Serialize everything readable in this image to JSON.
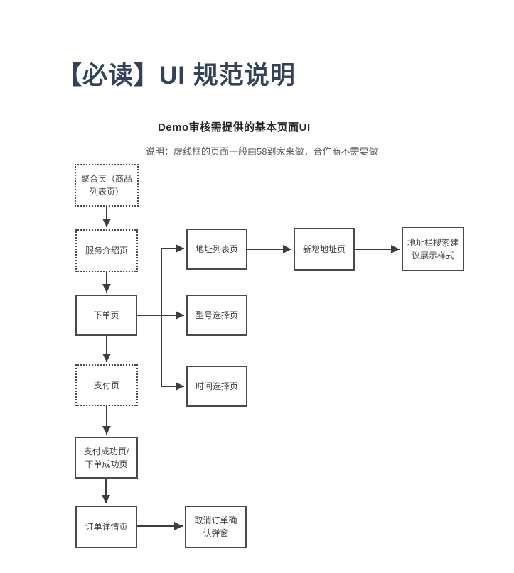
{
  "header": {
    "title": "【必读】UI 规范说明"
  },
  "diagram": {
    "subtitle": "Demo审核需提供的基本页面UI",
    "note": "说明：虚线框的页面一般由58到家来做，合作商不需要做",
    "nodes": [
      {
        "id": "aggregation-page",
        "label": "聚合页（商品列表页）",
        "frame": "dotted"
      },
      {
        "id": "service-intro-page",
        "label": "服务介绍页",
        "frame": "dotted"
      },
      {
        "id": "order-page",
        "label": "下单页",
        "frame": "solid"
      },
      {
        "id": "payment-page",
        "label": "支付页",
        "frame": "dotted"
      },
      {
        "id": "payment-success-page",
        "label": "支付成功页/下单成功页",
        "frame": "solid"
      },
      {
        "id": "order-detail-page",
        "label": "订单详情页",
        "frame": "solid"
      },
      {
        "id": "address-list-page",
        "label": "地址列表页",
        "frame": "solid"
      },
      {
        "id": "model-select-page",
        "label": "型号选择页",
        "frame": "solid"
      },
      {
        "id": "time-select-page",
        "label": "时间选择页",
        "frame": "solid"
      },
      {
        "id": "add-address-page",
        "label": "新增地址页",
        "frame": "solid"
      },
      {
        "id": "address-suggest-page",
        "label": "地址栏搜索建议展示样式",
        "frame": "solid"
      },
      {
        "id": "cancel-order-dialog",
        "label": "取消订单确认弹窗",
        "frame": "solid"
      }
    ],
    "edges": [
      {
        "from": "聚合页（商品列表页）",
        "to": "服务介绍页"
      },
      {
        "from": "服务介绍页",
        "to": "下单页"
      },
      {
        "from": "下单页",
        "to": "支付页"
      },
      {
        "from": "支付页",
        "to": "支付成功页/下单成功页"
      },
      {
        "from": "支付成功页/下单成功页",
        "to": "订单详情页"
      },
      {
        "from": "下单页",
        "to": "地址列表页"
      },
      {
        "from": "下单页",
        "to": "型号选择页"
      },
      {
        "from": "下单页",
        "to": "时间选择页"
      },
      {
        "from": "地址列表页",
        "to": "新增地址页"
      },
      {
        "from": "新增地址页",
        "to": "地址栏搜索建议展示样式"
      },
      {
        "from": "订单详情页",
        "to": "取消订单确认弹窗"
      }
    ]
  },
  "colors": {
    "title": "#334259",
    "box_border": "#4a4a4a",
    "box_text": "#404040",
    "connector": "#3d3d3d",
    "note_text": "#595959",
    "background": "#ffffff"
  }
}
